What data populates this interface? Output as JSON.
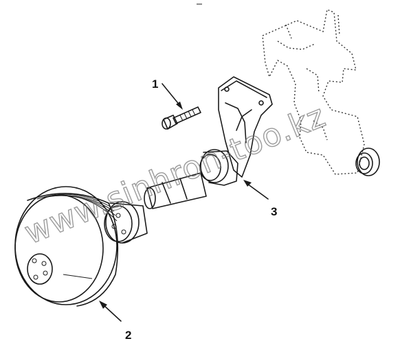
{
  "diagram": {
    "callouts": [
      {
        "id": "callout-1",
        "label": "1",
        "part": "bolt"
      },
      {
        "id": "callout-2",
        "label": "2",
        "part": "pulley"
      },
      {
        "id": "callout-3",
        "label": "3",
        "part": "bracket"
      }
    ],
    "watermark": "www.sinhron-too.kz",
    "colors": {
      "line": "#1a1a1a",
      "background": "#ffffff",
      "watermark": "#7a7a7a"
    }
  }
}
